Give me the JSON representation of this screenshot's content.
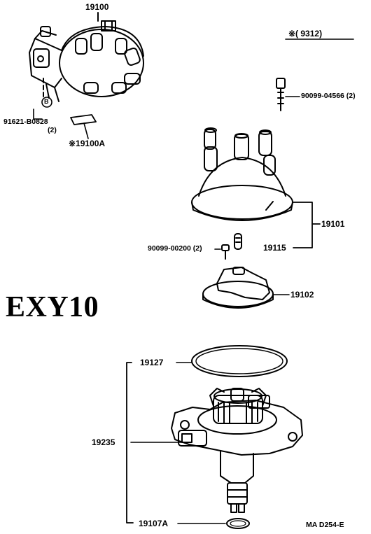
{
  "diagram": {
    "model_code": "EXY10",
    "revision_note": "※(      9312)",
    "footer_code": "MA D254-E",
    "callout_b": "B",
    "parts": {
      "p19100": "19100",
      "p91621": "91621-B0828",
      "p91621_qty": "(2)",
      "p19100A": "※19100A",
      "p90099_04566": "90099-04566 (2)",
      "p19101": "19101",
      "p90099_00200": "90099-00200 (2)",
      "p19115": "19115",
      "p19102": "19102",
      "p19127": "19127",
      "p19235": "19235",
      "p19107A": "19107A"
    }
  }
}
